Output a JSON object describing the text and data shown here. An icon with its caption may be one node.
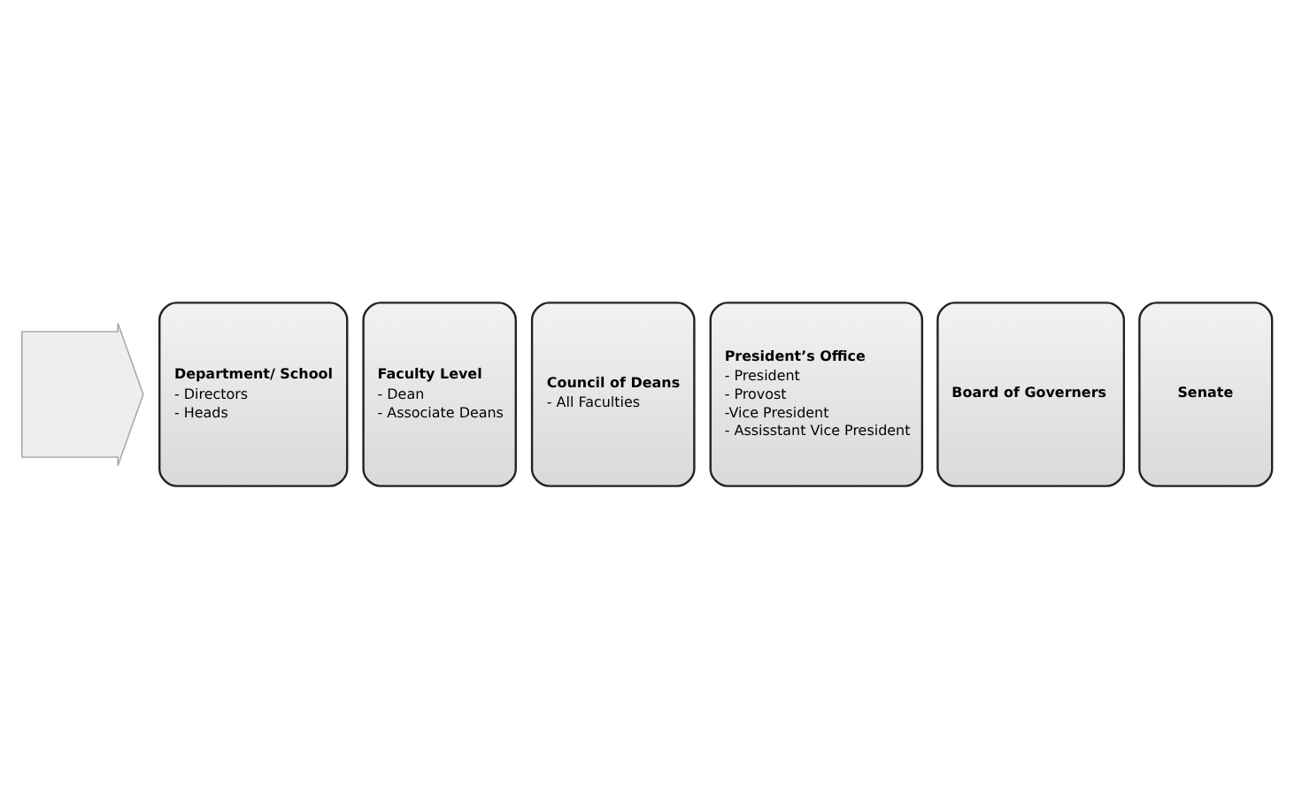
{
  "diagram": {
    "nodes": [
      {
        "text": [],
        "shape": "arrow"
      },
      {
        "text": [
          "Department/ School",
          "- Directors",
          "- Heads"
        ]
      },
      {
        "text": [
          "Faculty Level",
          "- Dean",
          "- Associate Deans"
        ]
      },
      {
        "text": [
          "Council of Deans",
          "- All Faculties"
        ]
      },
      {
        "text": [
          "President’s Office",
          "- President",
          "- Provost",
          "-Vice President",
          "- Assisstant Vice President"
        ]
      },
      {
        "text": [
          "Board of Governers"
        ]
      },
      {
        "text": [
          "Senate"
        ]
      }
    ],
    "edges": []
  }
}
